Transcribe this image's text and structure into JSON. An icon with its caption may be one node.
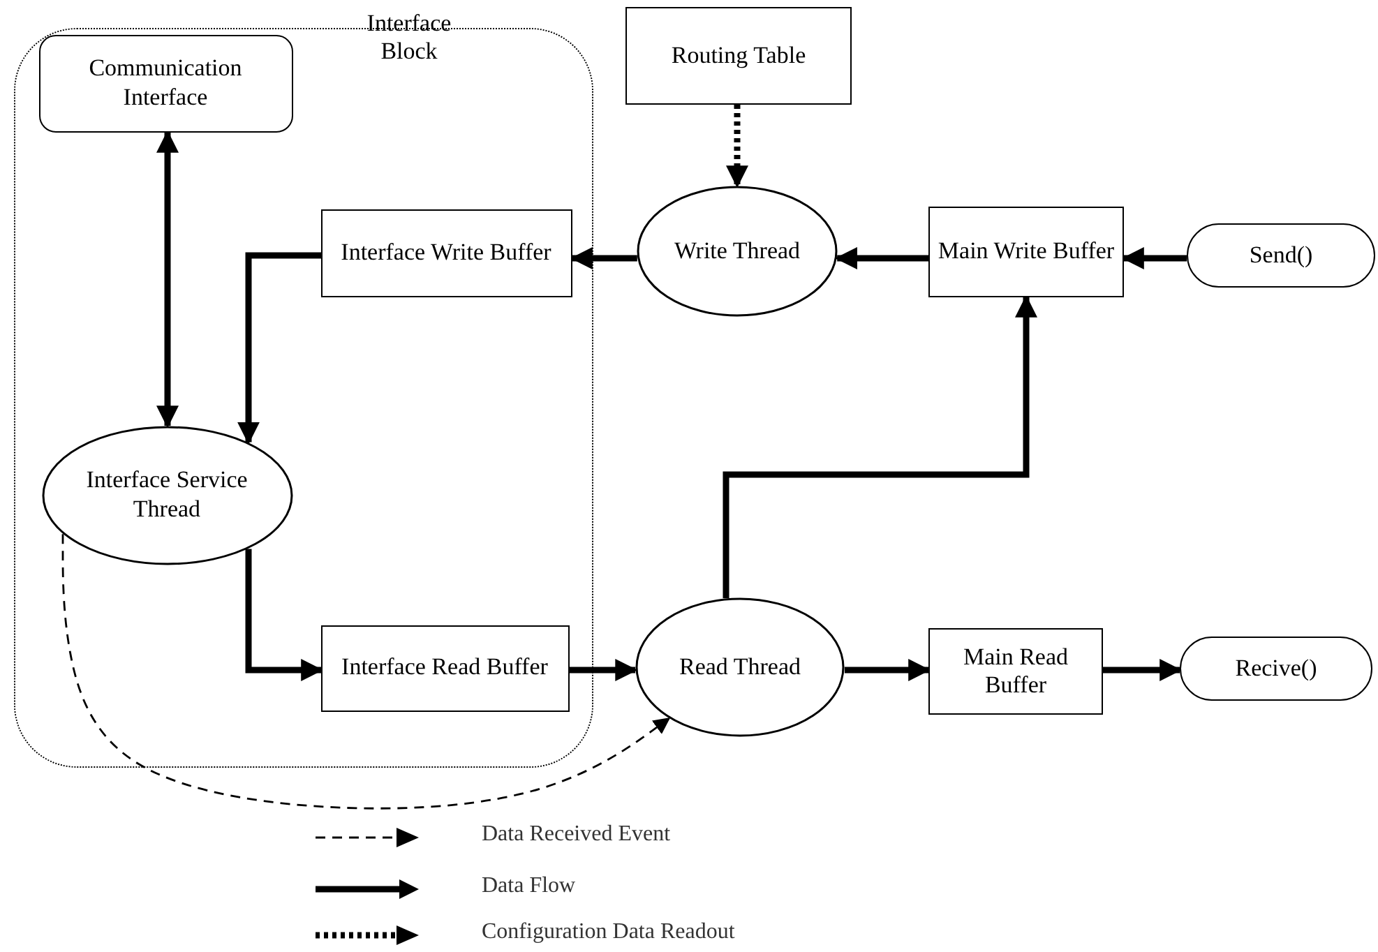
{
  "diagram": {
    "nodes": [
      {
        "text": [
          "Interface Block"
        ]
      },
      {
        "text": [
          "Communication Interface"
        ],
        "in": 0
      },
      {
        "text": [
          "Interface Write Buffer"
        ],
        "in": 0
      },
      {
        "text": [
          "Interface Service Thread"
        ],
        "in": 0
      },
      {
        "text": [
          "Interface Read Buffer"
        ],
        "in": 0
      },
      {
        "text": [
          "Routing Table"
        ]
      },
      {
        "text": [
          "Write Thread"
        ]
      },
      {
        "text": [
          "Main Write Buffer"
        ]
      },
      {
        "text": [
          "Send()"
        ]
      },
      {
        "text": [
          "Read Thread"
        ]
      },
      {
        "text": [
          "Main Read Buffer"
        ]
      },
      {
        "text": [
          "Recive()"
        ]
      }
    ],
    "edges": [
      {
        "from": 1,
        "to": 3,
        "arrow": "both"
      },
      {
        "from": 2,
        "to": 3,
        "arrow": "to"
      },
      {
        "from": 6,
        "to": 2,
        "arrow": "to"
      },
      {
        "from": 7,
        "to": 6,
        "arrow": "to"
      },
      {
        "from": 8,
        "to": 7,
        "arrow": "to"
      },
      {
        "from": 5,
        "to": 6,
        "arrow": "to",
        "style": "dashed"
      },
      {
        "from": 3,
        "to": 4,
        "arrow": "to"
      },
      {
        "from": 4,
        "to": 9,
        "arrow": "to"
      },
      {
        "from": 9,
        "to": 7,
        "arrow": "to"
      },
      {
        "from": 9,
        "to": 10,
        "arrow": "to"
      },
      {
        "from": 10,
        "to": 11,
        "arrow": "to"
      },
      {
        "from": 3,
        "to": 9,
        "arrow": "to",
        "style": "dashed"
      }
    ],
    "legend": [
      {
        "text": "Data Received Event"
      },
      {
        "text": "Data Flow"
      },
      {
        "text": "Configuration Data Readout"
      }
    ]
  }
}
